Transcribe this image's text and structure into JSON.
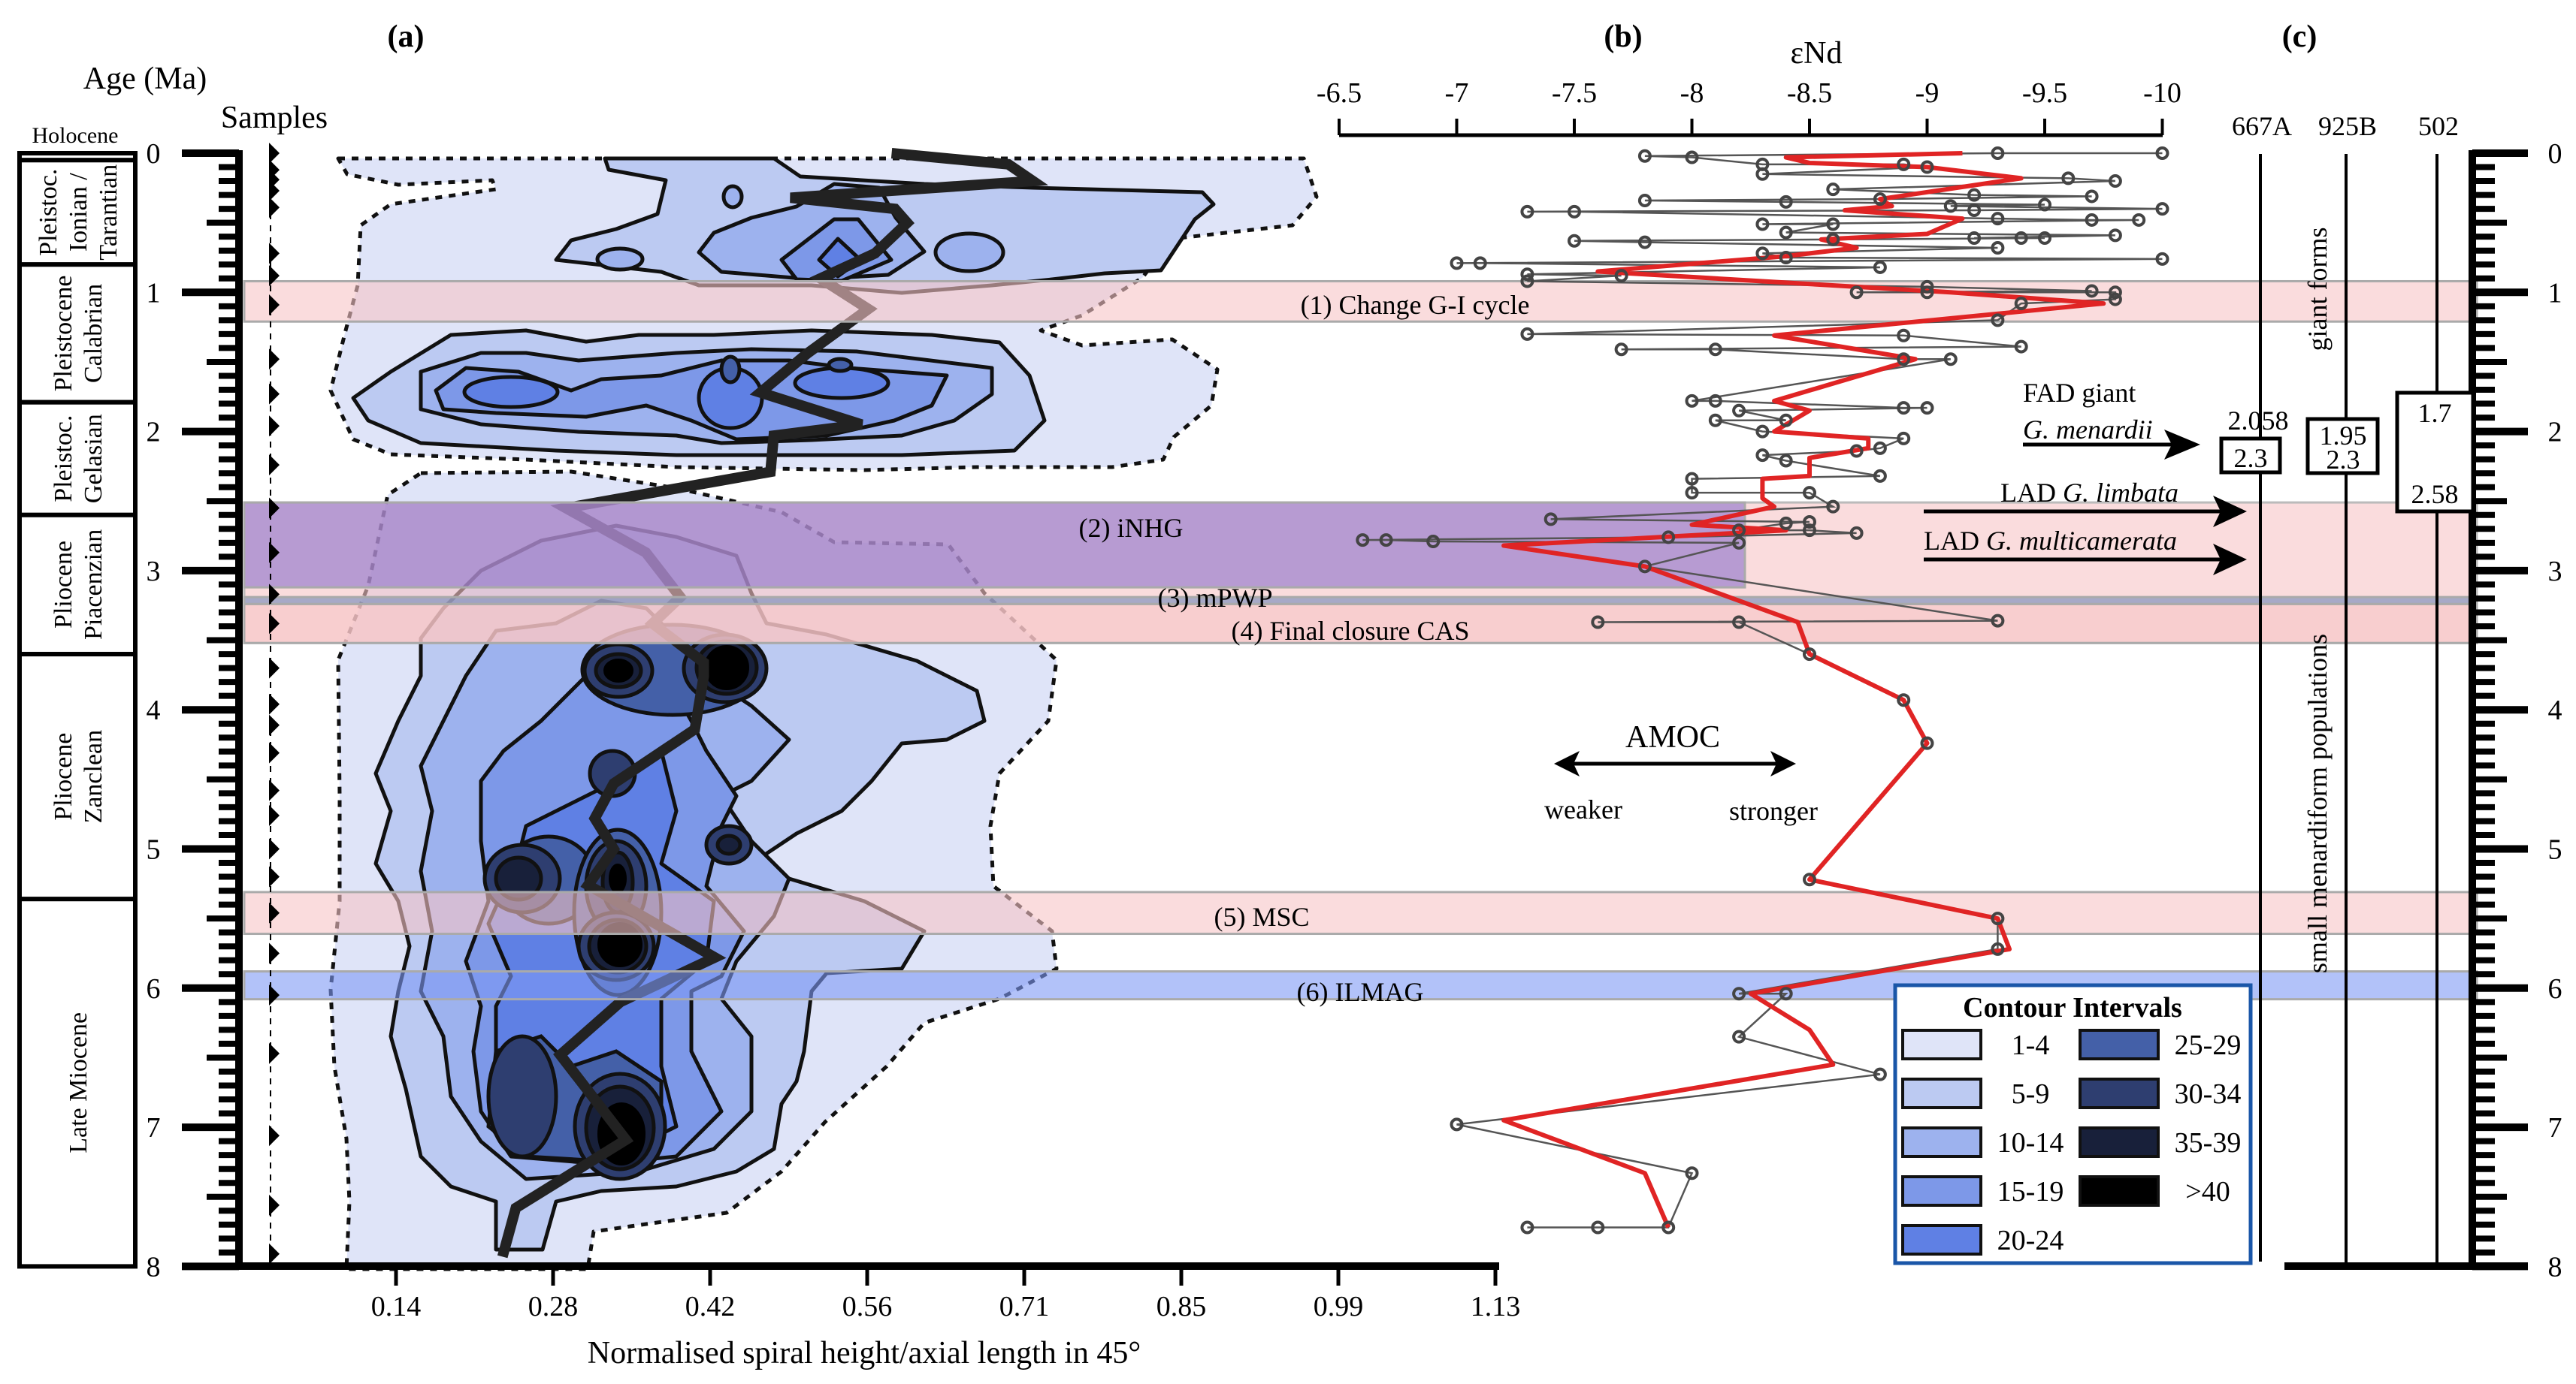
{
  "chart_data": [
    {
      "panel": "(a)",
      "type": "heatmap",
      "title": "(a)",
      "ylabel": "Age (Ma)",
      "samples_label": "Samples",
      "xlabel": "Normalised spiral height/axial length in 45°",
      "xlim": [
        0,
        1.13
      ],
      "ylim": [
        0,
        8
      ],
      "xticks": [
        "0.14",
        "0.28",
        "0.42",
        "0.56",
        "0.71",
        "0.85",
        "0.99",
        "1.13"
      ],
      "yticks": [
        "0",
        "1",
        "2",
        "3",
        "4",
        "5",
        "6",
        "7",
        "8"
      ],
      "mean_line": [
        [
          0.587,
          0.0
        ],
        [
          0.692,
          0.08
        ],
        [
          0.714,
          0.2
        ],
        [
          0.496,
          0.32
        ],
        [
          0.59,
          0.4
        ],
        [
          0.601,
          0.5
        ],
        [
          0.572,
          0.72
        ],
        [
          0.523,
          0.9
        ],
        [
          0.566,
          1.12
        ],
        [
          0.511,
          1.44
        ],
        [
          0.469,
          1.72
        ],
        [
          0.56,
          1.95
        ],
        [
          0.481,
          2.03
        ],
        [
          0.478,
          2.29
        ],
        [
          0.294,
          2.55
        ],
        [
          0.366,
          2.87
        ],
        [
          0.397,
          3.19
        ],
        [
          0.372,
          3.38
        ],
        [
          0.418,
          3.66
        ],
        [
          0.418,
          3.76
        ],
        [
          0.41,
          4.14
        ],
        [
          0.337,
          4.53
        ],
        [
          0.32,
          4.78
        ],
        [
          0.337,
          5.0
        ],
        [
          0.314,
          5.26
        ],
        [
          0.428,
          5.78
        ],
        [
          0.343,
          6.1
        ],
        [
          0.289,
          6.48
        ],
        [
          0.348,
          7.09
        ],
        [
          0.249,
          7.58
        ],
        [
          0.237,
          7.93
        ]
      ],
      "sample_ages": [
        0.0,
        0.12,
        0.19,
        0.27,
        0.39,
        0.72,
        0.88,
        1.09,
        1.48,
        1.73,
        1.96,
        2.24,
        2.55,
        2.87,
        3.17,
        3.38,
        3.7,
        3.96,
        4.11,
        4.31,
        4.58,
        4.76,
        5.0,
        5.2,
        5.46,
        5.75,
        6.05,
        6.47,
        7.06,
        7.56,
        7.91
      ],
      "legend": {
        "title": "Contour Intervals",
        "placement": "bottom-right",
        "items": [
          {
            "label": "1-4",
            "color": "#dfe4f8"
          },
          {
            "label": "5-9",
            "color": "#bccaf2"
          },
          {
            "label": "10-14",
            "color": "#9db2ee"
          },
          {
            "label": "15-19",
            "color": "#7d98e8"
          },
          {
            "label": "20-24",
            "color": "#5f80e4"
          },
          {
            "label": "25-29",
            "color": "#4460a8"
          },
          {
            "label": "30-34",
            "color": "#2e3e70"
          },
          {
            "label": "35-39",
            "color": "#18203a"
          },
          {
            "label": ">40",
            "color": "#000000"
          }
        ]
      }
    },
    {
      "panel": "(b)",
      "type": "line",
      "title": "(b)",
      "xlabel": "εNd",
      "xlim": [
        -6.5,
        -10
      ],
      "xticks": [
        "-6.5",
        "-7",
        "-7.5",
        "-8",
        "-8.5",
        "-9",
        "-9.5",
        "-10"
      ],
      "series": [
        {
          "name": "measurements",
          "color": "#555555",
          "points": [
            [
              -10.0,
              0.0
            ],
            [
              -9.3,
              0.0
            ],
            [
              -7.8,
              0.02
            ],
            [
              -8.0,
              0.03
            ],
            [
              -8.3,
              0.08
            ],
            [
              -8.9,
              0.08
            ],
            [
              -9.0,
              0.1
            ],
            [
              -8.3,
              0.15
            ],
            [
              -9.6,
              0.18
            ],
            [
              -9.8,
              0.2
            ],
            [
              -8.6,
              0.26
            ],
            [
              -9.2,
              0.3
            ],
            [
              -9.7,
              0.31
            ],
            [
              -8.8,
              0.33
            ],
            [
              -7.8,
              0.34
            ],
            [
              -8.4,
              0.35
            ],
            [
              -9.5,
              0.37
            ],
            [
              -9.1,
              0.38
            ],
            [
              -10.0,
              0.4
            ],
            [
              -9.2,
              0.41
            ],
            [
              -7.3,
              0.42
            ],
            [
              -7.5,
              0.42
            ],
            [
              -9.3,
              0.47
            ],
            [
              -9.7,
              0.48
            ],
            [
              -9.9,
              0.48
            ],
            [
              -8.3,
              0.51
            ],
            [
              -8.6,
              0.51
            ],
            [
              -8.4,
              0.57
            ],
            [
              -9.8,
              0.59
            ],
            [
              -9.2,
              0.61
            ],
            [
              -9.4,
              0.61
            ],
            [
              -9.5,
              0.61
            ],
            [
              -8.6,
              0.62
            ],
            [
              -7.5,
              0.63
            ],
            [
              -7.8,
              0.64
            ],
            [
              -9.3,
              0.68
            ],
            [
              -8.3,
              0.72
            ],
            [
              -8.4,
              0.75
            ],
            [
              -10.0,
              0.76
            ],
            [
              -7.0,
              0.79
            ],
            [
              -7.1,
              0.79
            ],
            [
              -8.8,
              0.82
            ],
            [
              -7.3,
              0.87
            ],
            [
              -7.7,
              0.88
            ],
            [
              -7.3,
              0.92
            ],
            [
              -9.0,
              0.96
            ],
            [
              -9.7,
              0.99
            ],
            [
              -8.7,
              1.0
            ],
            [
              -9.0,
              1.0
            ],
            [
              -9.8,
              1.0
            ],
            [
              -9.8,
              1.05
            ],
            [
              -9.4,
              1.08
            ],
            [
              -9.3,
              1.2
            ],
            [
              -7.3,
              1.3
            ],
            [
              -8.9,
              1.31
            ],
            [
              -9.4,
              1.39
            ],
            [
              -7.7,
              1.41
            ],
            [
              -8.1,
              1.41
            ],
            [
              -8.9,
              1.48
            ],
            [
              -9.1,
              1.48
            ],
            [
              -8.0,
              1.78
            ],
            [
              -8.1,
              1.78
            ],
            [
              -8.9,
              1.83
            ],
            [
              -9.0,
              1.83
            ],
            [
              -8.2,
              1.85
            ],
            [
              -8.4,
              1.92
            ],
            [
              -8.1,
              1.92
            ],
            [
              -8.3,
              2.0
            ],
            [
              -8.9,
              2.05
            ],
            [
              -8.8,
              2.12
            ],
            [
              -8.7,
              2.14
            ],
            [
              -8.3,
              2.17
            ],
            [
              -8.4,
              2.21
            ],
            [
              -8.8,
              2.32
            ],
            [
              -8.0,
              2.34
            ],
            [
              -8.0,
              2.44
            ],
            [
              -8.5,
              2.44
            ],
            [
              -8.6,
              2.54
            ],
            [
              -7.4,
              2.63
            ],
            [
              -8.5,
              2.65
            ],
            [
              -8.4,
              2.66
            ],
            [
              -8.2,
              2.71
            ],
            [
              -8.5,
              2.71
            ],
            [
              -8.7,
              2.73
            ],
            [
              -7.9,
              2.76
            ],
            [
              -6.6,
              2.78
            ],
            [
              -6.7,
              2.78
            ],
            [
              -6.9,
              2.79
            ],
            [
              -8.2,
              2.8
            ],
            [
              -7.8,
              2.97
            ],
            [
              -9.3,
              3.36
            ],
            [
              -7.6,
              3.37
            ],
            [
              -8.2,
              3.37
            ],
            [
              -8.5,
              3.6
            ],
            [
              -8.9,
              3.93
            ],
            [
              -9.0,
              4.24
            ],
            [
              -8.5,
              5.22
            ],
            [
              -9.3,
              5.5
            ],
            [
              -9.3,
              5.72
            ],
            [
              -8.2,
              6.04
            ],
            [
              -8.4,
              6.04
            ],
            [
              -8.2,
              6.35
            ],
            [
              -8.8,
              6.62
            ],
            [
              -7.0,
              6.98
            ],
            [
              -8.0,
              7.33
            ],
            [
              -7.9,
              7.72
            ],
            [
              -7.6,
              7.72
            ],
            [
              -7.3,
              7.72
            ]
          ]
        },
        {
          "name": "smoothed",
          "color": "#e02424",
          "points": [
            [
              -9.15,
              0.0
            ],
            [
              -8.4,
              0.03
            ],
            [
              -8.5,
              0.07
            ],
            [
              -9.0,
              0.1
            ],
            [
              -9.4,
              0.18
            ],
            [
              -8.8,
              0.33
            ],
            [
              -8.85,
              0.38
            ],
            [
              -8.65,
              0.41
            ],
            [
              -9.15,
              0.47
            ],
            [
              -9.0,
              0.58
            ],
            [
              -8.55,
              0.62
            ],
            [
              -8.7,
              0.68
            ],
            [
              -8.4,
              0.74
            ],
            [
              -7.6,
              0.85
            ],
            [
              -8.4,
              0.93
            ],
            [
              -9.1,
              1.0
            ],
            [
              -9.75,
              1.08
            ],
            [
              -8.35,
              1.31
            ],
            [
              -8.95,
              1.48
            ],
            [
              -8.35,
              1.78
            ],
            [
              -8.5,
              1.85
            ],
            [
              -8.35,
              2.0
            ],
            [
              -8.75,
              2.05
            ],
            [
              -8.75,
              2.12
            ],
            [
              -8.5,
              2.19
            ],
            [
              -8.5,
              2.32
            ],
            [
              -8.3,
              2.34
            ],
            [
              -8.3,
              2.48
            ],
            [
              -8.35,
              2.54
            ],
            [
              -8.0,
              2.67
            ],
            [
              -8.4,
              2.71
            ],
            [
              -7.2,
              2.82
            ],
            [
              -7.8,
              2.97
            ],
            [
              -8.45,
              3.37
            ],
            [
              -8.5,
              3.6
            ],
            [
              -8.9,
              3.93
            ],
            [
              -9.0,
              4.24
            ],
            [
              -8.5,
              5.22
            ],
            [
              -9.3,
              5.5
            ],
            [
              -9.35,
              5.72
            ],
            [
              -8.25,
              6.04
            ],
            [
              -8.5,
              6.3
            ],
            [
              -8.6,
              6.55
            ],
            [
              -7.2,
              6.95
            ],
            [
              -7.8,
              7.33
            ],
            [
              -7.9,
              7.72
            ]
          ]
        }
      ],
      "amoc": {
        "title": "AMOC",
        "weaker": "weaker",
        "stronger": "stronger"
      }
    },
    {
      "panel": "(c)",
      "type": "table",
      "title": "(c)",
      "sites": [
        {
          "name": "667A",
          "top": "2.058",
          "bottom": "2.3",
          "range": [
            2.058,
            2.3
          ]
        },
        {
          "name": "925B",
          "top": "1.95",
          "bottom": "2.3",
          "range": [
            1.95,
            2.3
          ]
        },
        {
          "name": "502",
          "top": "1.7",
          "bottom": "2.58",
          "range": [
            1.7,
            2.58
          ]
        }
      ],
      "giant_forms": "giant forms",
      "small_populations": "small menardiform populations",
      "datums": {
        "fad_line1": "FAD giant",
        "fad_taxon": "G. menardii",
        "lad1_prefix": "LAD",
        "lad1_taxon": "G. limbata",
        "lad2_prefix": "LAD",
        "lad2_taxon": "G. multicamerata"
      }
    }
  ],
  "events": [
    {
      "label": "(1) Change G-I cycle",
      "from": 0.92,
      "to": 1.21,
      "color": "#f6c4c7"
    },
    {
      "label": "(2) iNHG",
      "from": 2.51,
      "to": 3.12,
      "color": "#8a6fcc"
    },
    {
      "label": "(3) mPWP",
      "from": 3.19,
      "to": 3.24,
      "color": "#8393bd"
    },
    {
      "label": "(4) Final closure CAS",
      "from": 3.24,
      "to": 3.52,
      "color": "#f6c4c7"
    },
    {
      "label": "(5) MSC",
      "from": 5.31,
      "to": 5.61,
      "color": "#f6c4c7"
    },
    {
      "label": "(6) ILMAG",
      "from": 5.88,
      "to": 6.08,
      "color": "#7f9af5"
    }
  ],
  "stages": {
    "holocene": "Holocene",
    "items": [
      {
        "lines": [
          "Pleistoc.",
          "Ionian /",
          "Tarantian"
        ],
        "from": 0.012,
        "to": 0.8
      },
      {
        "lines": [
          "Pleistocene",
          "Calabrian"
        ],
        "from": 0.8,
        "to": 1.79
      },
      {
        "lines": [
          "Pleistoc.",
          "Gelasian"
        ],
        "from": 1.79,
        "to": 2.6
      },
      {
        "lines": [
          "Pliocene",
          "Piacenzian"
        ],
        "from": 2.6,
        "to": 3.6
      },
      {
        "lines": [
          "Pliocene",
          "Zanclean"
        ],
        "from": 3.6,
        "to": 5.36
      },
      {
        "lines": [
          "Late Miocene"
        ],
        "from": 5.36,
        "to": 8.0
      }
    ]
  }
}
